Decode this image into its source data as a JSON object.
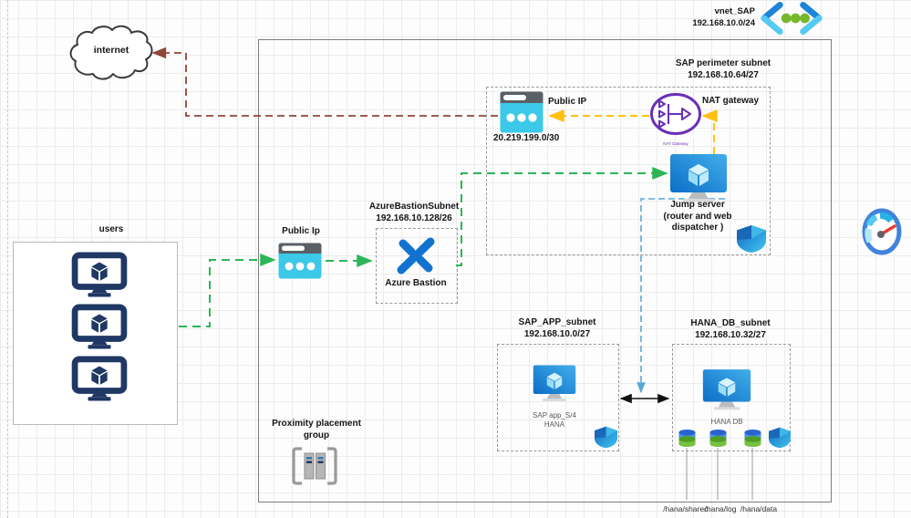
{
  "internet": {
    "label": "internet"
  },
  "vnet": {
    "name": "vnet_SAP",
    "cidr": "192.168.10.0/24"
  },
  "users": {
    "label": "users"
  },
  "public_ip_edge": {
    "label": "Public Ip"
  },
  "bastion": {
    "subnet_name": "AzureBastionSubnet",
    "subnet_cidr": "192.168.10.128/26",
    "label": "Azure Bastion"
  },
  "perimeter": {
    "subnet_name": "SAP perimeter subnet",
    "subnet_cidr": "192.168.10.64/27",
    "public_ip_label": "Public IP",
    "public_ip_cidr": "20.219.199.0/30",
    "nat_label": "NAT gateway",
    "nat_caption": "NAT Gateway",
    "jump_server": {
      "line1": "Jump server",
      "line2": "(router and web",
      "line3": "dispatcher )"
    }
  },
  "app_subnet": {
    "name": "SAP_APP_subnet",
    "cidr": "192.168.10.0/27",
    "vm_label_line1": "SAP app_S/4",
    "vm_label_line2": "HANA"
  },
  "db_subnet": {
    "name": "HANA_DB_subnet",
    "cidr": "192.168.10.32/27",
    "vm_label": "HANA DB",
    "mounts": [
      "/hana/shared",
      "/hana/log",
      "/hana/data"
    ]
  },
  "ppg": {
    "line1": "Proximity placement",
    "line2": "group"
  },
  "colors": {
    "green": "#2db557",
    "yellow": "#ffc010",
    "dark_red": "#8e4638",
    "connector_blue": "#5aa7dc",
    "navy": "#1f3864",
    "teal": "#38c8ea",
    "purple": "#6a2fb8",
    "azure_blue": "#1b8ce3",
    "grid": "#ececec"
  }
}
